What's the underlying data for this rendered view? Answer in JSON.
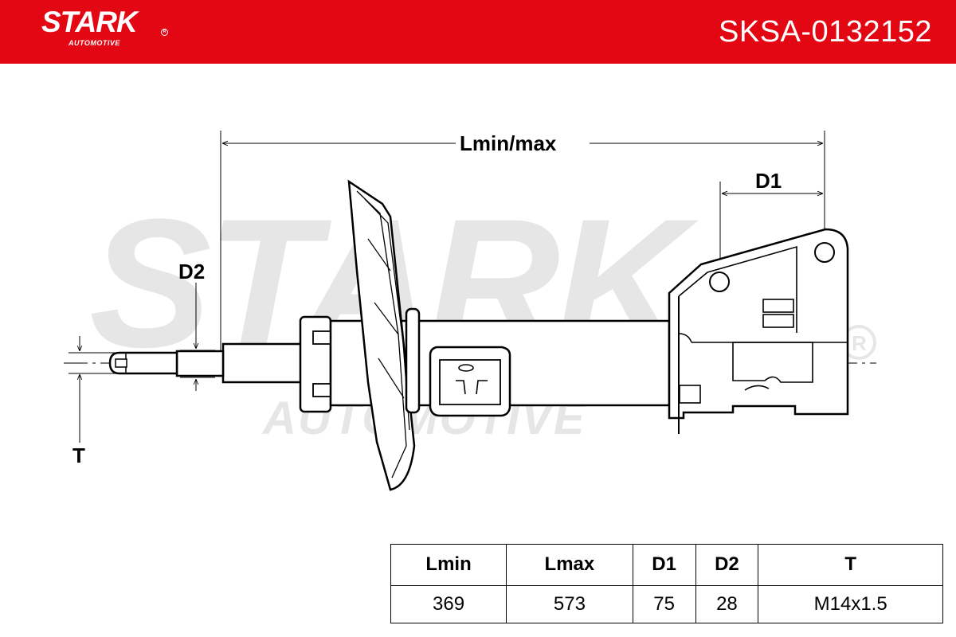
{
  "header": {
    "brand_name": "STARK",
    "brand_sub": "AUTOMOTIVE",
    "part_number": "SKSA-0132152",
    "background_color": "#e30613",
    "text_color": "#ffffff"
  },
  "watermark": {
    "main": "STARK",
    "sub": "AUTOMOTIVE",
    "registered": "®",
    "color": "#e6e6e6"
  },
  "diagram": {
    "labels": {
      "length": "Lmin/max",
      "d1": "D1",
      "d2": "D2",
      "t": "T"
    },
    "line_color": "#000000"
  },
  "specs": {
    "headers": [
      "Lmin",
      "Lmax",
      "D1",
      "D2",
      "T"
    ],
    "values": [
      "369",
      "573",
      "75",
      "28",
      "M14x1.5"
    ]
  }
}
